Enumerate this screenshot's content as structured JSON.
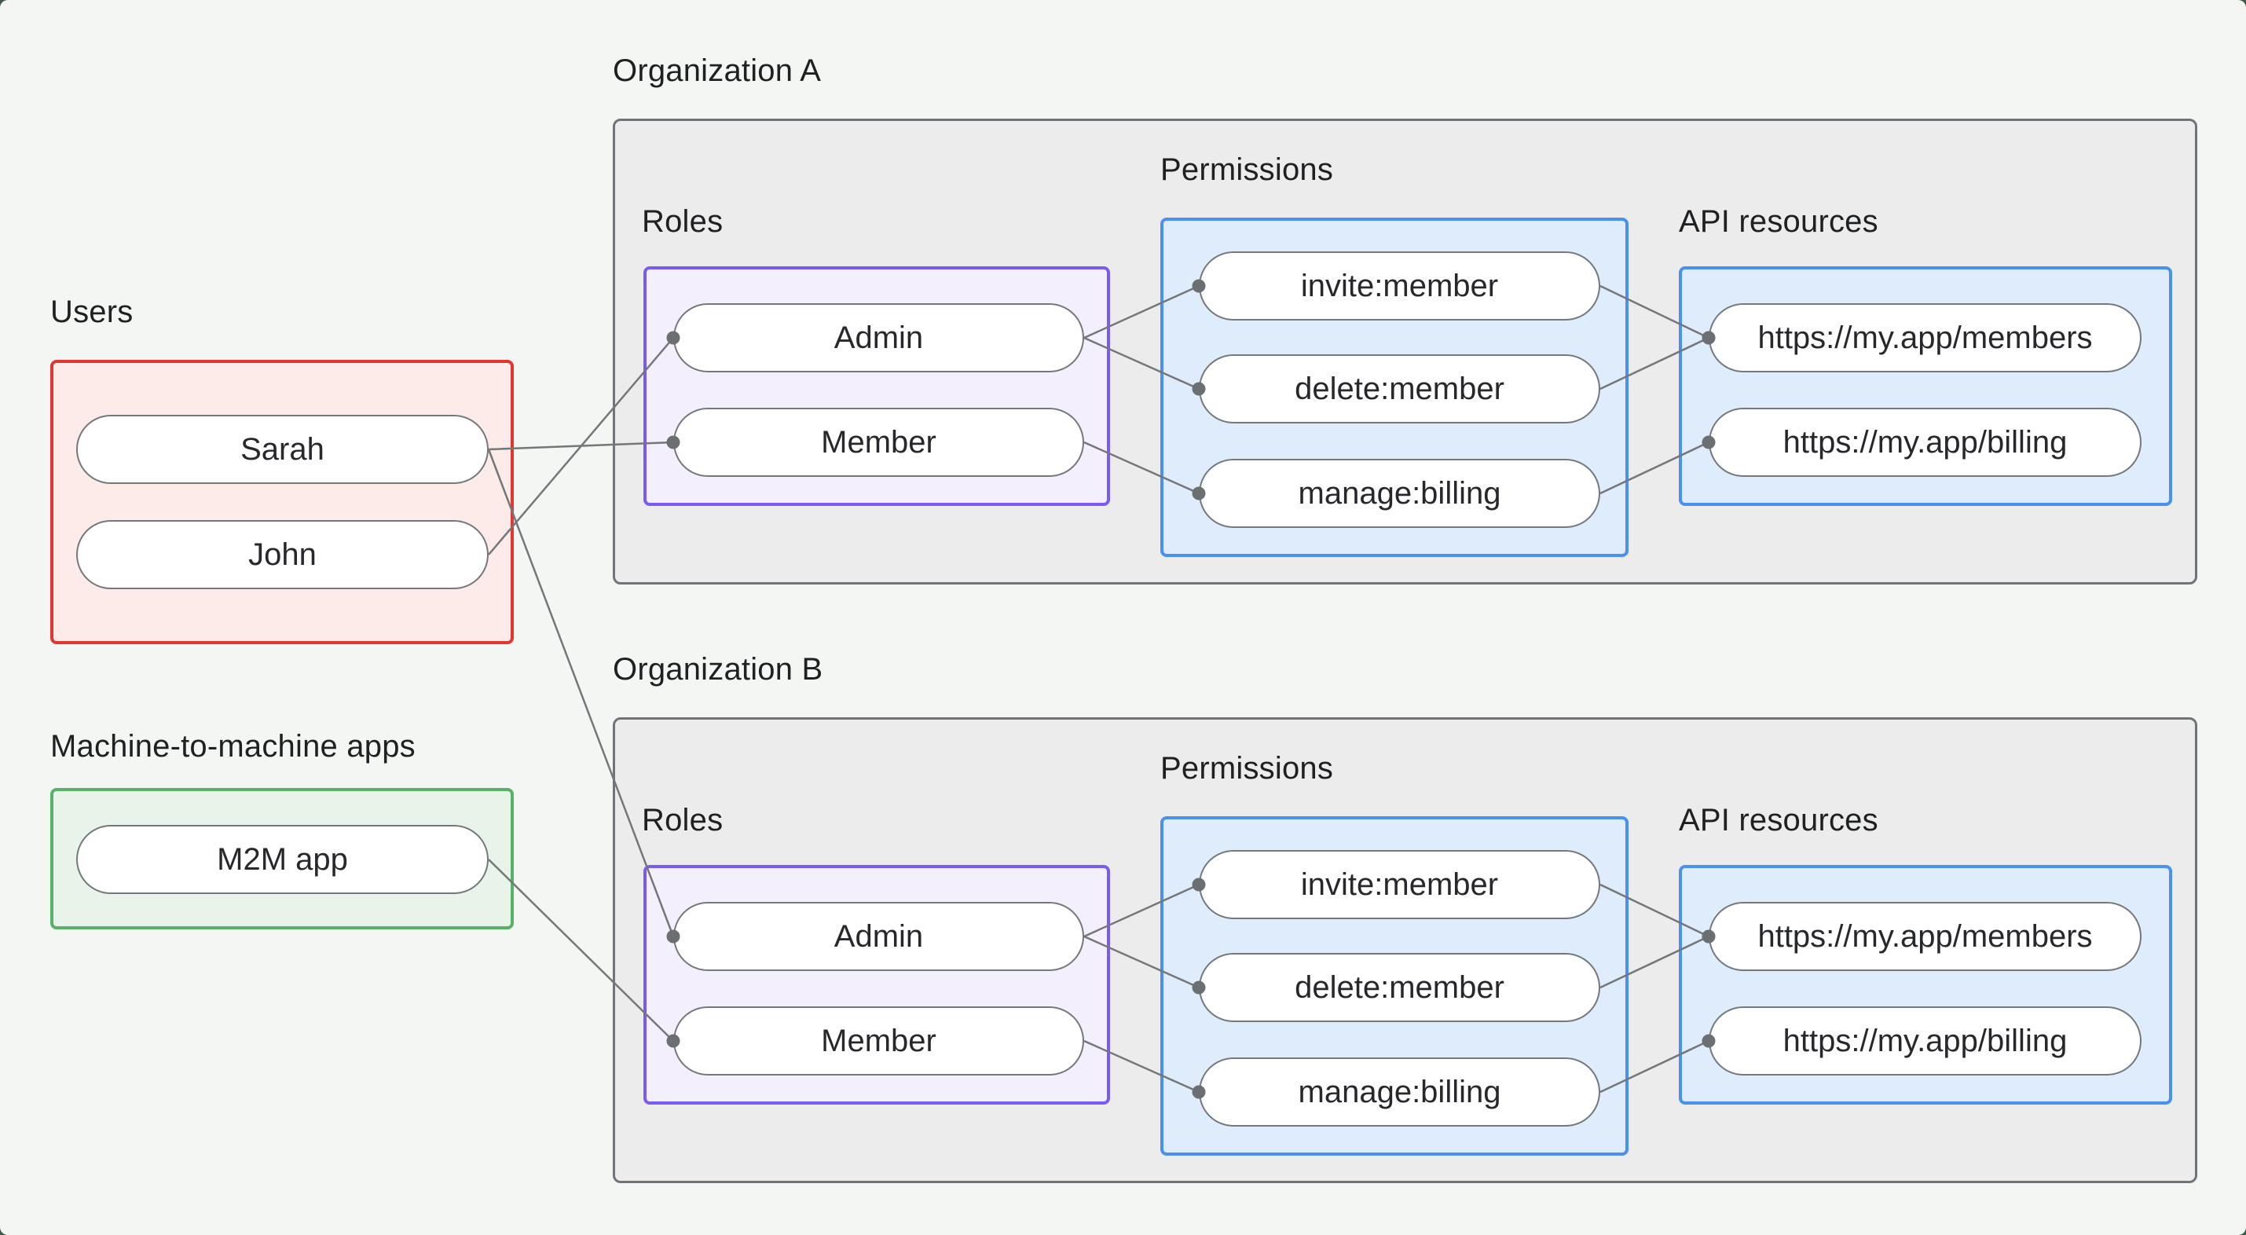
{
  "page": {
    "background": "#f4f6f4",
    "frame_color": "#3c5a47"
  },
  "colors": {
    "users_border": "#e23731",
    "users_fill": "#fcebe9",
    "m2m_border": "#57b267",
    "m2m_fill": "#e8f4e9",
    "org_border": "#707478",
    "org_fill": "#ececed",
    "roles_border": "#7a5af0",
    "roles_fill": "#f4effd",
    "blue_border": "#4a90f0",
    "blue_fill": "#dfecfb",
    "edge_stroke": "#74777a",
    "node_border": "#75787b",
    "text": "#1e2022"
  },
  "groups": {
    "users": {
      "label": "Users",
      "nodes": [
        {
          "id": "sarah",
          "label": "Sarah"
        },
        {
          "id": "john",
          "label": "John"
        }
      ]
    },
    "m2m": {
      "label": "Machine-to-machine apps",
      "nodes": [
        {
          "id": "m2m-app",
          "label": "M2M app"
        }
      ]
    }
  },
  "organizations": [
    {
      "title": "Organization A",
      "roles_label": "Roles",
      "permissions_label": "Permissions",
      "api_label": "API resources",
      "roles": [
        {
          "id": "orga-admin",
          "label": "Admin"
        },
        {
          "id": "orga-member",
          "label": "Member"
        }
      ],
      "permissions": [
        {
          "id": "orga-invite",
          "label": "invite:member"
        },
        {
          "id": "orga-delete",
          "label": "delete:member"
        },
        {
          "id": "orga-manage",
          "label": "manage:billing"
        }
      ],
      "api_resources": [
        {
          "id": "orga-members-api",
          "label": "https://my.app/members"
        },
        {
          "id": "orga-billing-api",
          "label": "https://my.app/billing"
        }
      ]
    },
    {
      "title": "Organization B",
      "roles_label": "Roles",
      "permissions_label": "Permissions",
      "api_label": "API resources",
      "roles": [
        {
          "id": "orgb-admin",
          "label": "Admin"
        },
        {
          "id": "orgb-member",
          "label": "Member"
        }
      ],
      "permissions": [
        {
          "id": "orgb-invite",
          "label": "invite:member"
        },
        {
          "id": "orgb-delete",
          "label": "delete:member"
        },
        {
          "id": "orgb-manage",
          "label": "manage:billing"
        }
      ],
      "api_resources": [
        {
          "id": "orgb-members-api",
          "label": "https://my.app/members"
        },
        {
          "id": "orgb-billing-api",
          "label": "https://my.app/billing"
        }
      ]
    }
  ],
  "edges": [
    {
      "from": "sarah",
      "to": "orga-member"
    },
    {
      "from": "john",
      "to": "orga-admin"
    },
    {
      "from": "sarah",
      "to": "orgb-admin"
    },
    {
      "from": "m2m-app",
      "to": "orgb-member"
    },
    {
      "from": "orga-admin",
      "to": "orga-invite"
    },
    {
      "from": "orga-admin",
      "to": "orga-delete"
    },
    {
      "from": "orga-member",
      "to": "orga-manage"
    },
    {
      "from": "orga-invite",
      "to": "orga-members-api"
    },
    {
      "from": "orga-delete",
      "to": "orga-members-api"
    },
    {
      "from": "orga-manage",
      "to": "orga-billing-api"
    },
    {
      "from": "orgb-admin",
      "to": "orgb-invite"
    },
    {
      "from": "orgb-admin",
      "to": "orgb-delete"
    },
    {
      "from": "orgb-member",
      "to": "orgb-manage"
    },
    {
      "from": "orgb-invite",
      "to": "orgb-members-api"
    },
    {
      "from": "orgb-delete",
      "to": "orgb-members-api"
    },
    {
      "from": "orgb-manage",
      "to": "orgb-billing-api"
    }
  ]
}
